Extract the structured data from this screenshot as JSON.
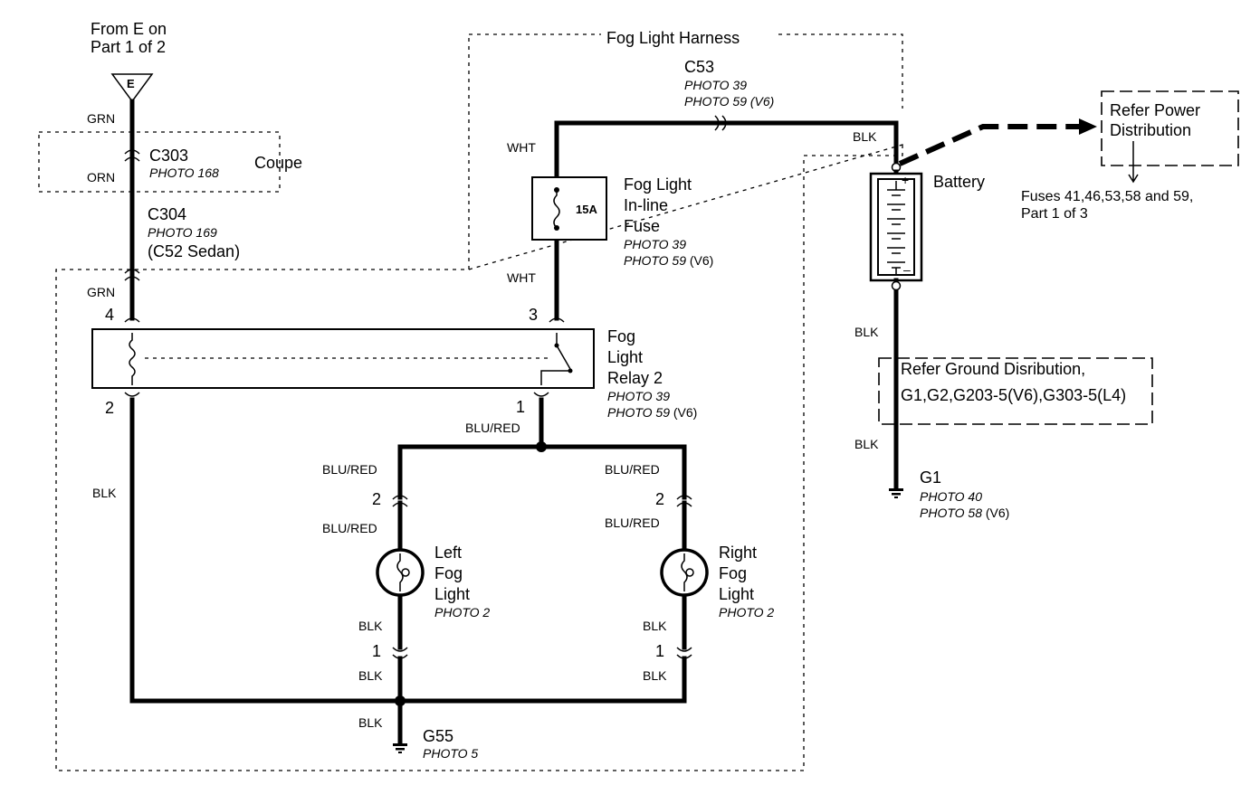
{
  "source": {
    "line1": "From E on",
    "line2": "Part 1 of 2",
    "connector_letter": "E"
  },
  "harness_title": "Fog Light Harness",
  "coupe_label": "Coupe",
  "connectors": {
    "c303": {
      "name": "C303",
      "photo": "PHOTO 168"
    },
    "c304": {
      "name": "C304",
      "photo": "PHOTO 169",
      "note": "(C52 Sedan)"
    },
    "c53": {
      "name": "C53",
      "photo1": "PHOTO 39",
      "photo2": "PHOTO 59 (V6)"
    }
  },
  "wires": {
    "grn_top": "GRN",
    "orn": "ORN",
    "grn_mid": "GRN",
    "wht_top": "WHT",
    "wht_bottom": "WHT",
    "blk_c53": "BLK",
    "blu_red_relay": "BLU/RED",
    "blu_red_left_a": "BLU/RED",
    "blu_red_left_b": "BLU/RED",
    "blu_red_right_a": "BLU/RED",
    "blu_red_right_b": "BLU/RED",
    "blk_left_a": "BLK",
    "blk_left_b": "BLK",
    "blk_right_a": "BLK",
    "blk_right_b": "BLK",
    "blk_relay_ground": "BLK",
    "blk_g55": "BLK",
    "blk_battery": "BLK",
    "blk_g1": "BLK"
  },
  "pins": {
    "relay_4": "4",
    "relay_3": "3",
    "relay_2": "2",
    "relay_1": "1",
    "left_2": "2",
    "left_1": "1",
    "right_2": "2",
    "right_1": "1"
  },
  "fuse": {
    "rating": "15A",
    "line1": "Fog Light",
    "line2": "In-line",
    "line3": "Fuse",
    "photo1": "PHOTO 39",
    "photo2_italic": "PHOTO 59",
    "photo2_suffix": " (V6)"
  },
  "relay": {
    "line1": "Fog",
    "line2": "Light",
    "line3": "Relay 2",
    "photo1": "PHOTO 39",
    "photo2_italic": "PHOTO 59",
    "photo2_suffix": " (V6)"
  },
  "battery": {
    "label": "Battery",
    "plus": "+",
    "minus": "–"
  },
  "power_ref": {
    "line1": "Refer Power",
    "line2": "Distribution",
    "fuses1": "Fuses 41,46,53,58 and 59,",
    "fuses2": "Part 1 of 3"
  },
  "ground_ref": {
    "line1": "Refer Ground Disribution,",
    "line2": "G1,G2,G203-5(V6),G303-5(L4)"
  },
  "left_fog": {
    "line1": "Left",
    "line2": "Fog",
    "line3": "Light",
    "photo": "PHOTO 2"
  },
  "right_fog": {
    "line1": "Right",
    "line2": "Fog",
    "line3": "Light",
    "photo": "PHOTO 2"
  },
  "g1": {
    "name": "G1",
    "photo1": "PHOTO 40",
    "photo2_italic": "PHOTO 58",
    "photo2_suffix": " (V6)"
  },
  "g55": {
    "name": "G55",
    "photo": "PHOTO 5"
  }
}
